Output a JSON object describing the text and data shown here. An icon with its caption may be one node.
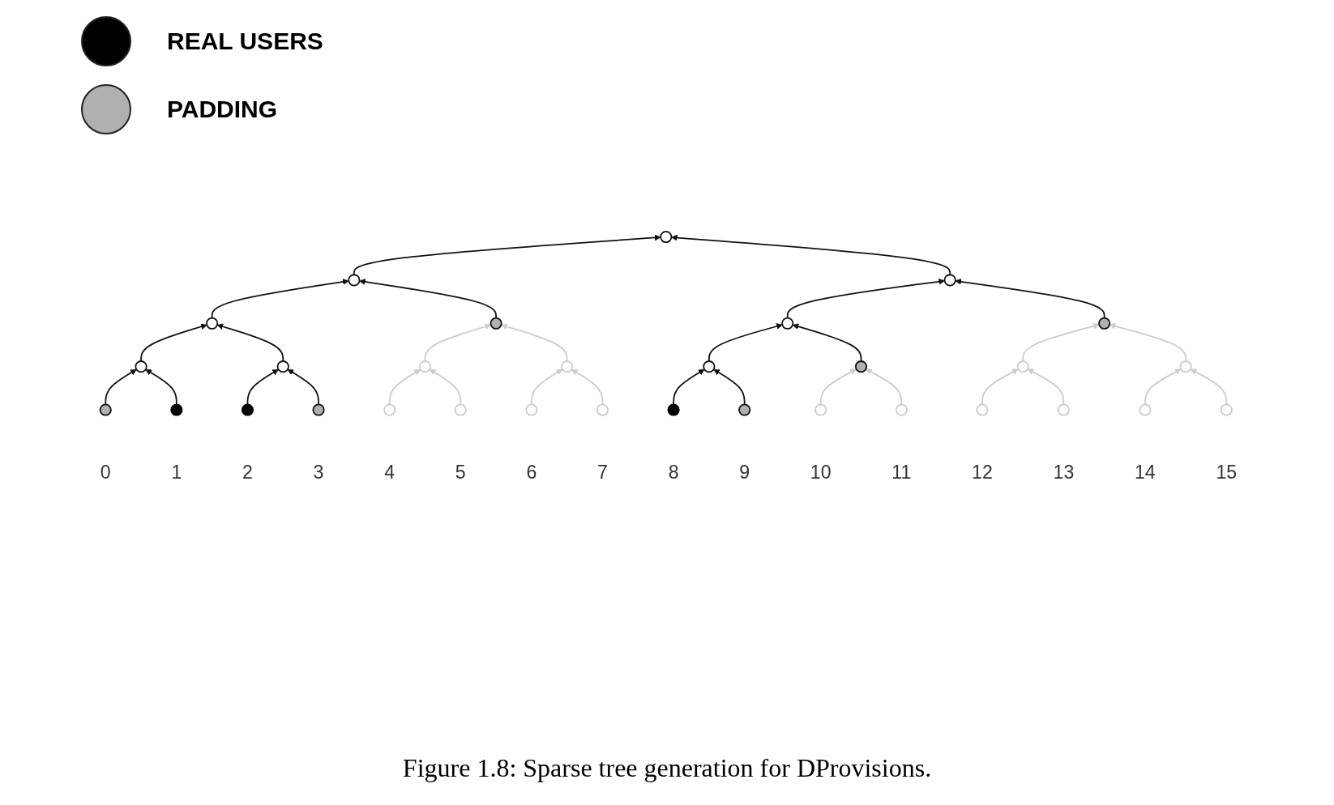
{
  "diagram": {
    "caption": "Figure 1.8: Sparse tree generation for DProvisions.",
    "nodes": [
      {
        "text": [],
        "shape": "circle"
      },
      {
        "text": [],
        "shape": "circle"
      },
      {
        "text": [],
        "shape": "circle"
      },
      {
        "text": [],
        "shape": "circle"
      },
      {
        "text": [],
        "shape": "circle"
      },
      {
        "text": [],
        "shape": "circle"
      },
      {
        "text": [],
        "shape": "circle"
      },
      {
        "text": [],
        "shape": "circle"
      },
      {
        "text": [],
        "shape": "circle"
      },
      {
        "text": [],
        "shape": "circle"
      },
      {
        "text": [],
        "shape": "circle"
      },
      {
        "text": [],
        "shape": "circle"
      },
      {
        "text": [],
        "shape": "circle"
      },
      {
        "text": [],
        "shape": "circle"
      },
      {
        "text": [],
        "shape": "circle"
      },
      {
        "text": [],
        "shape": "circle",
        "beside": [
          "0"
        ]
      },
      {
        "text": [],
        "shape": "circle",
        "beside": [
          "1"
        ]
      },
      {
        "text": [],
        "shape": "circle",
        "beside": [
          "2"
        ]
      },
      {
        "text": [],
        "shape": "circle",
        "beside": [
          "3"
        ]
      },
      {
        "text": [],
        "shape": "circle",
        "beside": [
          "4"
        ]
      },
      {
        "text": [],
        "shape": "circle",
        "beside": [
          "5"
        ]
      },
      {
        "text": [],
        "shape": "circle",
        "beside": [
          "6"
        ]
      },
      {
        "text": [],
        "shape": "circle",
        "beside": [
          "7"
        ]
      },
      {
        "text": [],
        "shape": "circle",
        "beside": [
          "8"
        ]
      },
      {
        "text": [],
        "shape": "circle",
        "beside": [
          "9"
        ]
      },
      {
        "text": [],
        "shape": "circle",
        "beside": [
          "10"
        ]
      },
      {
        "text": [],
        "shape": "circle",
        "beside": [
          "11"
        ]
      },
      {
        "text": [],
        "shape": "circle",
        "beside": [
          "12"
        ]
      },
      {
        "text": [],
        "shape": "circle",
        "beside": [
          "13"
        ]
      },
      {
        "text": [],
        "shape": "circle",
        "beside": [
          "14"
        ]
      },
      {
        "text": [],
        "shape": "circle",
        "beside": [
          "15"
        ]
      }
    ],
    "edges": [
      {
        "from": 1,
        "to": 0,
        "arrow": "to"
      },
      {
        "from": 2,
        "to": 0,
        "arrow": "to"
      },
      {
        "from": 3,
        "to": 1,
        "arrow": "to"
      },
      {
        "from": 4,
        "to": 1,
        "arrow": "to"
      },
      {
        "from": 5,
        "to": 2,
        "arrow": "to"
      },
      {
        "from": 6,
        "to": 2,
        "arrow": "to"
      },
      {
        "from": 7,
        "to": 3,
        "arrow": "to"
      },
      {
        "from": 8,
        "to": 3,
        "arrow": "to"
      },
      {
        "from": 9,
        "to": 4,
        "arrow": "to",
        "color": "#cccccc"
      },
      {
        "from": 10,
        "to": 4,
        "arrow": "to",
        "color": "#cccccc"
      },
      {
        "from": 11,
        "to": 5,
        "arrow": "to"
      },
      {
        "from": 12,
        "to": 5,
        "arrow": "to"
      },
      {
        "from": 13,
        "to": 6,
        "arrow": "to",
        "color": "#cccccc"
      },
      {
        "from": 14,
        "to": 6,
        "arrow": "to",
        "color": "#cccccc"
      },
      {
        "from": 15,
        "to": 7,
        "arrow": "to"
      },
      {
        "from": 16,
        "to": 7,
        "arrow": "to"
      },
      {
        "from": 17,
        "to": 8,
        "arrow": "to"
      },
      {
        "from": 18,
        "to": 8,
        "arrow": "to"
      },
      {
        "from": 19,
        "to": 9,
        "arrow": "to",
        "color": "#cccccc"
      },
      {
        "from": 20,
        "to": 9,
        "arrow": "to",
        "color": "#cccccc"
      },
      {
        "from": 21,
        "to": 10,
        "arrow": "to",
        "color": "#cccccc"
      },
      {
        "from": 22,
        "to": 10,
        "arrow": "to",
        "color": "#cccccc"
      },
      {
        "from": 23,
        "to": 11,
        "arrow": "to"
      },
      {
        "from": 24,
        "to": 11,
        "arrow": "to"
      },
      {
        "from": 25,
        "to": 12,
        "arrow": "to",
        "color": "#cccccc"
      },
      {
        "from": 26,
        "to": 12,
        "arrow": "to",
        "color": "#cccccc"
      },
      {
        "from": 27,
        "to": 13,
        "arrow": "to",
        "color": "#cccccc"
      },
      {
        "from": 28,
        "to": 13,
        "arrow": "to",
        "color": "#cccccc"
      },
      {
        "from": 29,
        "to": 14,
        "arrow": "to",
        "color": "#cccccc"
      },
      {
        "from": 30,
        "to": 14,
        "arrow": "to",
        "color": "#cccccc"
      }
    ],
    "legend": [
      {
        "text": "REAL USERS",
        "color": "#000000"
      },
      {
        "text": "PADDING",
        "color": "#b0b0b0"
      }
    ]
  }
}
